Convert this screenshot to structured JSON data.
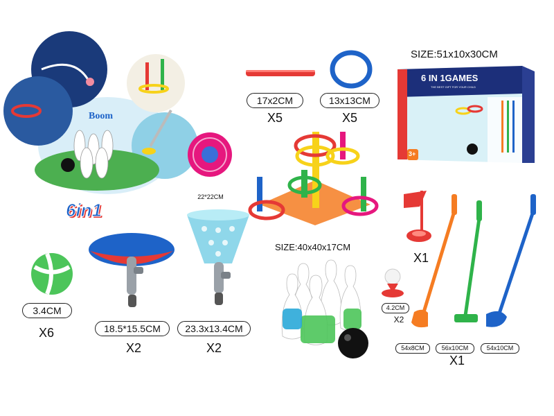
{
  "box": {
    "size_label": "SIZE:51x10x30CM",
    "title": "6 IN 1GAMES",
    "tagline": "THE BEST GIFT FOR YOUR CHILD",
    "age_badge": "3+"
  },
  "logo": {
    "text": "6in1"
  },
  "scene": {
    "boom_text": "Boom"
  },
  "stick": {
    "size": "17x2CM",
    "qty": "X5"
  },
  "ring": {
    "size": "13x13CM",
    "qty": "X5"
  },
  "frisbee": {
    "size": "22*22CM"
  },
  "ring_toss": {
    "size_label": "SIZE:40x40x17CM"
  },
  "flag": {
    "qty": "X1"
  },
  "ball": {
    "size": "3.4CM",
    "qty": "X6"
  },
  "catcher_disc": {
    "size": "18.5*15.5CM",
    "qty": "X2"
  },
  "catcher_cup": {
    "size": "23.3x13.4CM",
    "qty": "X2"
  },
  "golf_ball": {
    "size": "4.2CM",
    "qty": "X2"
  },
  "golf_clubs": {
    "sizes": [
      "54x8CM",
      "56x10CM",
      "54x10CM"
    ],
    "qty": "X1"
  },
  "colors": {
    "red": "#e53935",
    "blue": "#1e63c8",
    "green": "#2fb34a",
    "orange": "#f57c22",
    "yellow": "#f7d21a",
    "teal": "#7fd6e6"
  }
}
